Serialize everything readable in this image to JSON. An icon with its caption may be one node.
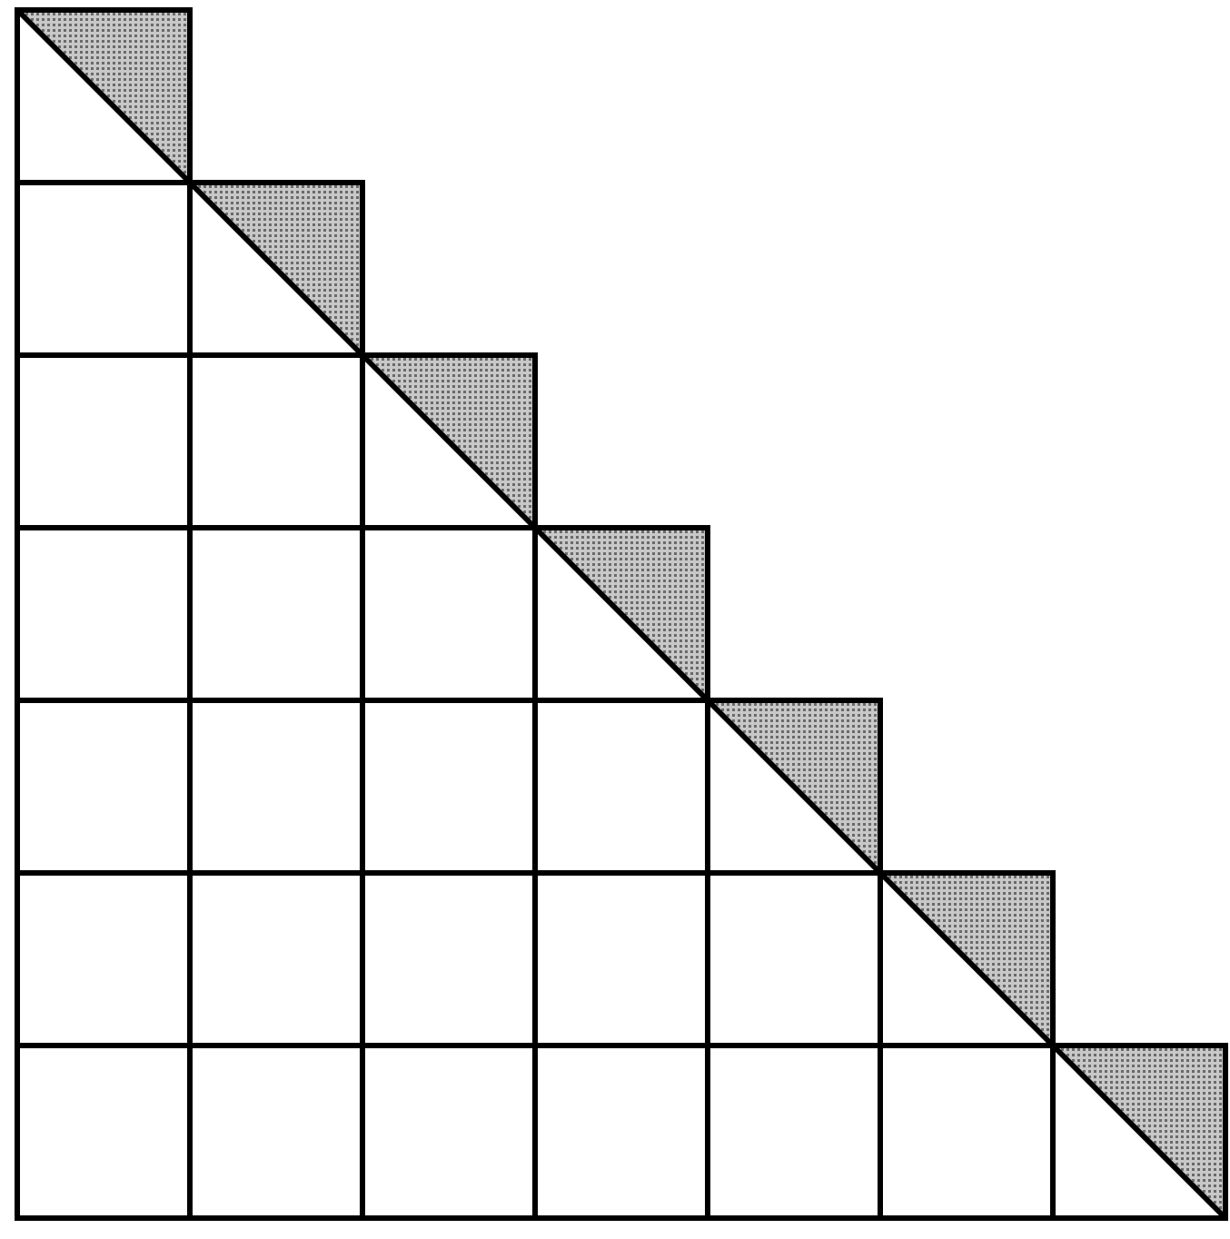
{
  "diagram": {
    "nodes": [
      {
        "text": [],
        "shape": "triangle"
      },
      {
        "text": [],
        "shape": "box"
      },
      {
        "text": [],
        "shape": "triangle"
      },
      {
        "text": [],
        "shape": "box"
      },
      {
        "text": [],
        "shape": "box"
      },
      {
        "text": [],
        "shape": "triangle"
      },
      {
        "text": [],
        "shape": "box"
      },
      {
        "text": [],
        "shape": "box"
      },
      {
        "text": [],
        "shape": "box"
      },
      {
        "text": [],
        "shape": "triangle"
      },
      {
        "text": [],
        "shape": "box"
      },
      {
        "text": [],
        "shape": "box"
      },
      {
        "text": [],
        "shape": "box"
      },
      {
        "text": [],
        "shape": "box"
      },
      {
        "text": [],
        "shape": "triangle"
      },
      {
        "text": [],
        "shape": "box"
      },
      {
        "text": [],
        "shape": "box"
      },
      {
        "text": [],
        "shape": "box"
      },
      {
        "text": [],
        "shape": "box"
      },
      {
        "text": [],
        "shape": "box"
      },
      {
        "text": [],
        "shape": "triangle"
      },
      {
        "text": [],
        "shape": "box"
      },
      {
        "text": [],
        "shape": "box"
      },
      {
        "text": [],
        "shape": "box"
      },
      {
        "text": [],
        "shape": "box"
      },
      {
        "text": [],
        "shape": "box"
      },
      {
        "text": [],
        "shape": "box"
      },
      {
        "text": [],
        "shape": "triangle"
      }
    ]
  }
}
